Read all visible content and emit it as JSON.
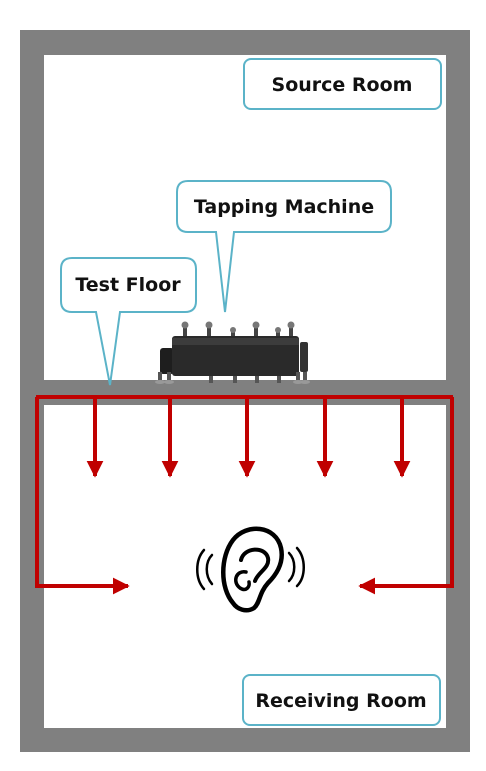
{
  "labels": {
    "source_room": "Source Room",
    "tapping_machine": "Tapping Machine",
    "test_floor": "Test Floor",
    "receiving_room": "Receiving Room"
  },
  "colors": {
    "wall": "#808080",
    "room": "#ffffff",
    "arrow": "#c00000",
    "bubble_border": "#5bb3c8",
    "machine": "#2a2a2a",
    "ear": "#000000"
  },
  "icons": {
    "machine": "tapping-machine-icon",
    "ear": "ear-icon"
  }
}
